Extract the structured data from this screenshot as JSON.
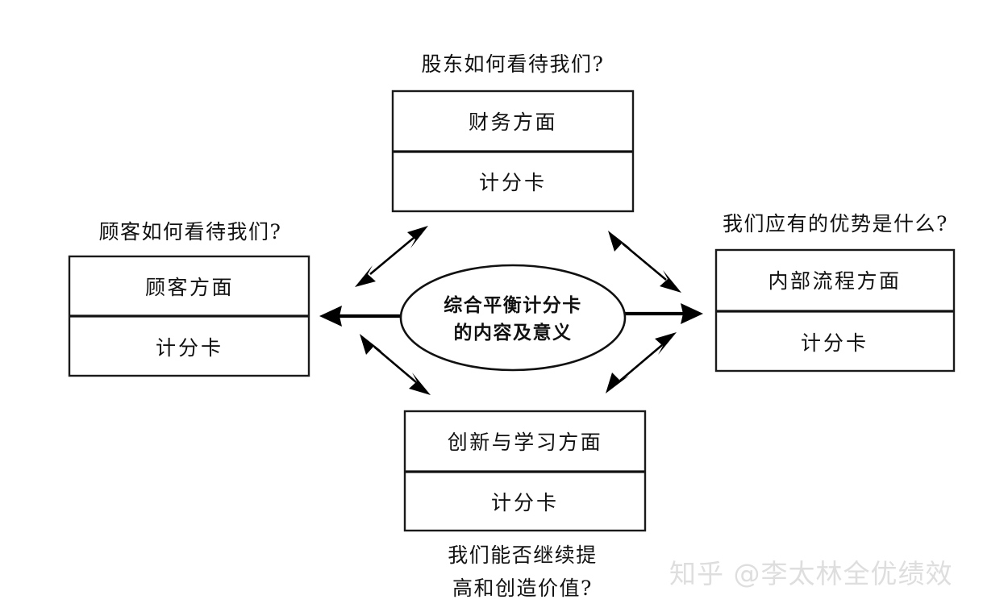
{
  "diagram": {
    "type": "balanced-scorecard",
    "center": {
      "name": "center-ellipse",
      "line1": "综合平衡计分卡",
      "line2": "的内容及意义"
    },
    "perspectives": [
      {
        "key": "financial",
        "position": "top",
        "question": "股东如何看待我们?",
        "title": "财务方面",
        "scorecard": "计分卡"
      },
      {
        "key": "customer",
        "position": "left",
        "question": "顾客如何看待我们?",
        "title": "顾客方面",
        "scorecard": "计分卡"
      },
      {
        "key": "internal-process",
        "position": "right",
        "question": "我们应有的优势是什么?",
        "title": "内部流程方面",
        "scorecard": "计分卡"
      },
      {
        "key": "innovation-learning",
        "position": "bottom",
        "question_line1": "我们能否继续提",
        "question_line2": "高和创造价值?",
        "title": "创新与学习方面",
        "scorecard": "计分卡"
      }
    ],
    "connectors": [
      {
        "name": "arrow-center-to-left",
        "style": "single-head",
        "direction": "left"
      },
      {
        "name": "arrow-center-to-right",
        "style": "single-head",
        "direction": "right"
      },
      {
        "name": "arrow-center-top-left",
        "style": "double-head",
        "direction": "diagonal-up-left"
      },
      {
        "name": "arrow-center-top-right",
        "style": "double-head",
        "direction": "diagonal-up-right"
      },
      {
        "name": "arrow-center-bottom-left",
        "style": "double-head",
        "direction": "diagonal-down-left"
      },
      {
        "name": "arrow-center-bottom-right",
        "style": "double-head",
        "direction": "diagonal-down-right"
      }
    ],
    "colors": {
      "background": "#ffffff",
      "stroke": "#111111",
      "text": "#111111",
      "watermark": "#dededf"
    }
  },
  "watermark": {
    "text": "知乎 @李太林全优绩效"
  }
}
